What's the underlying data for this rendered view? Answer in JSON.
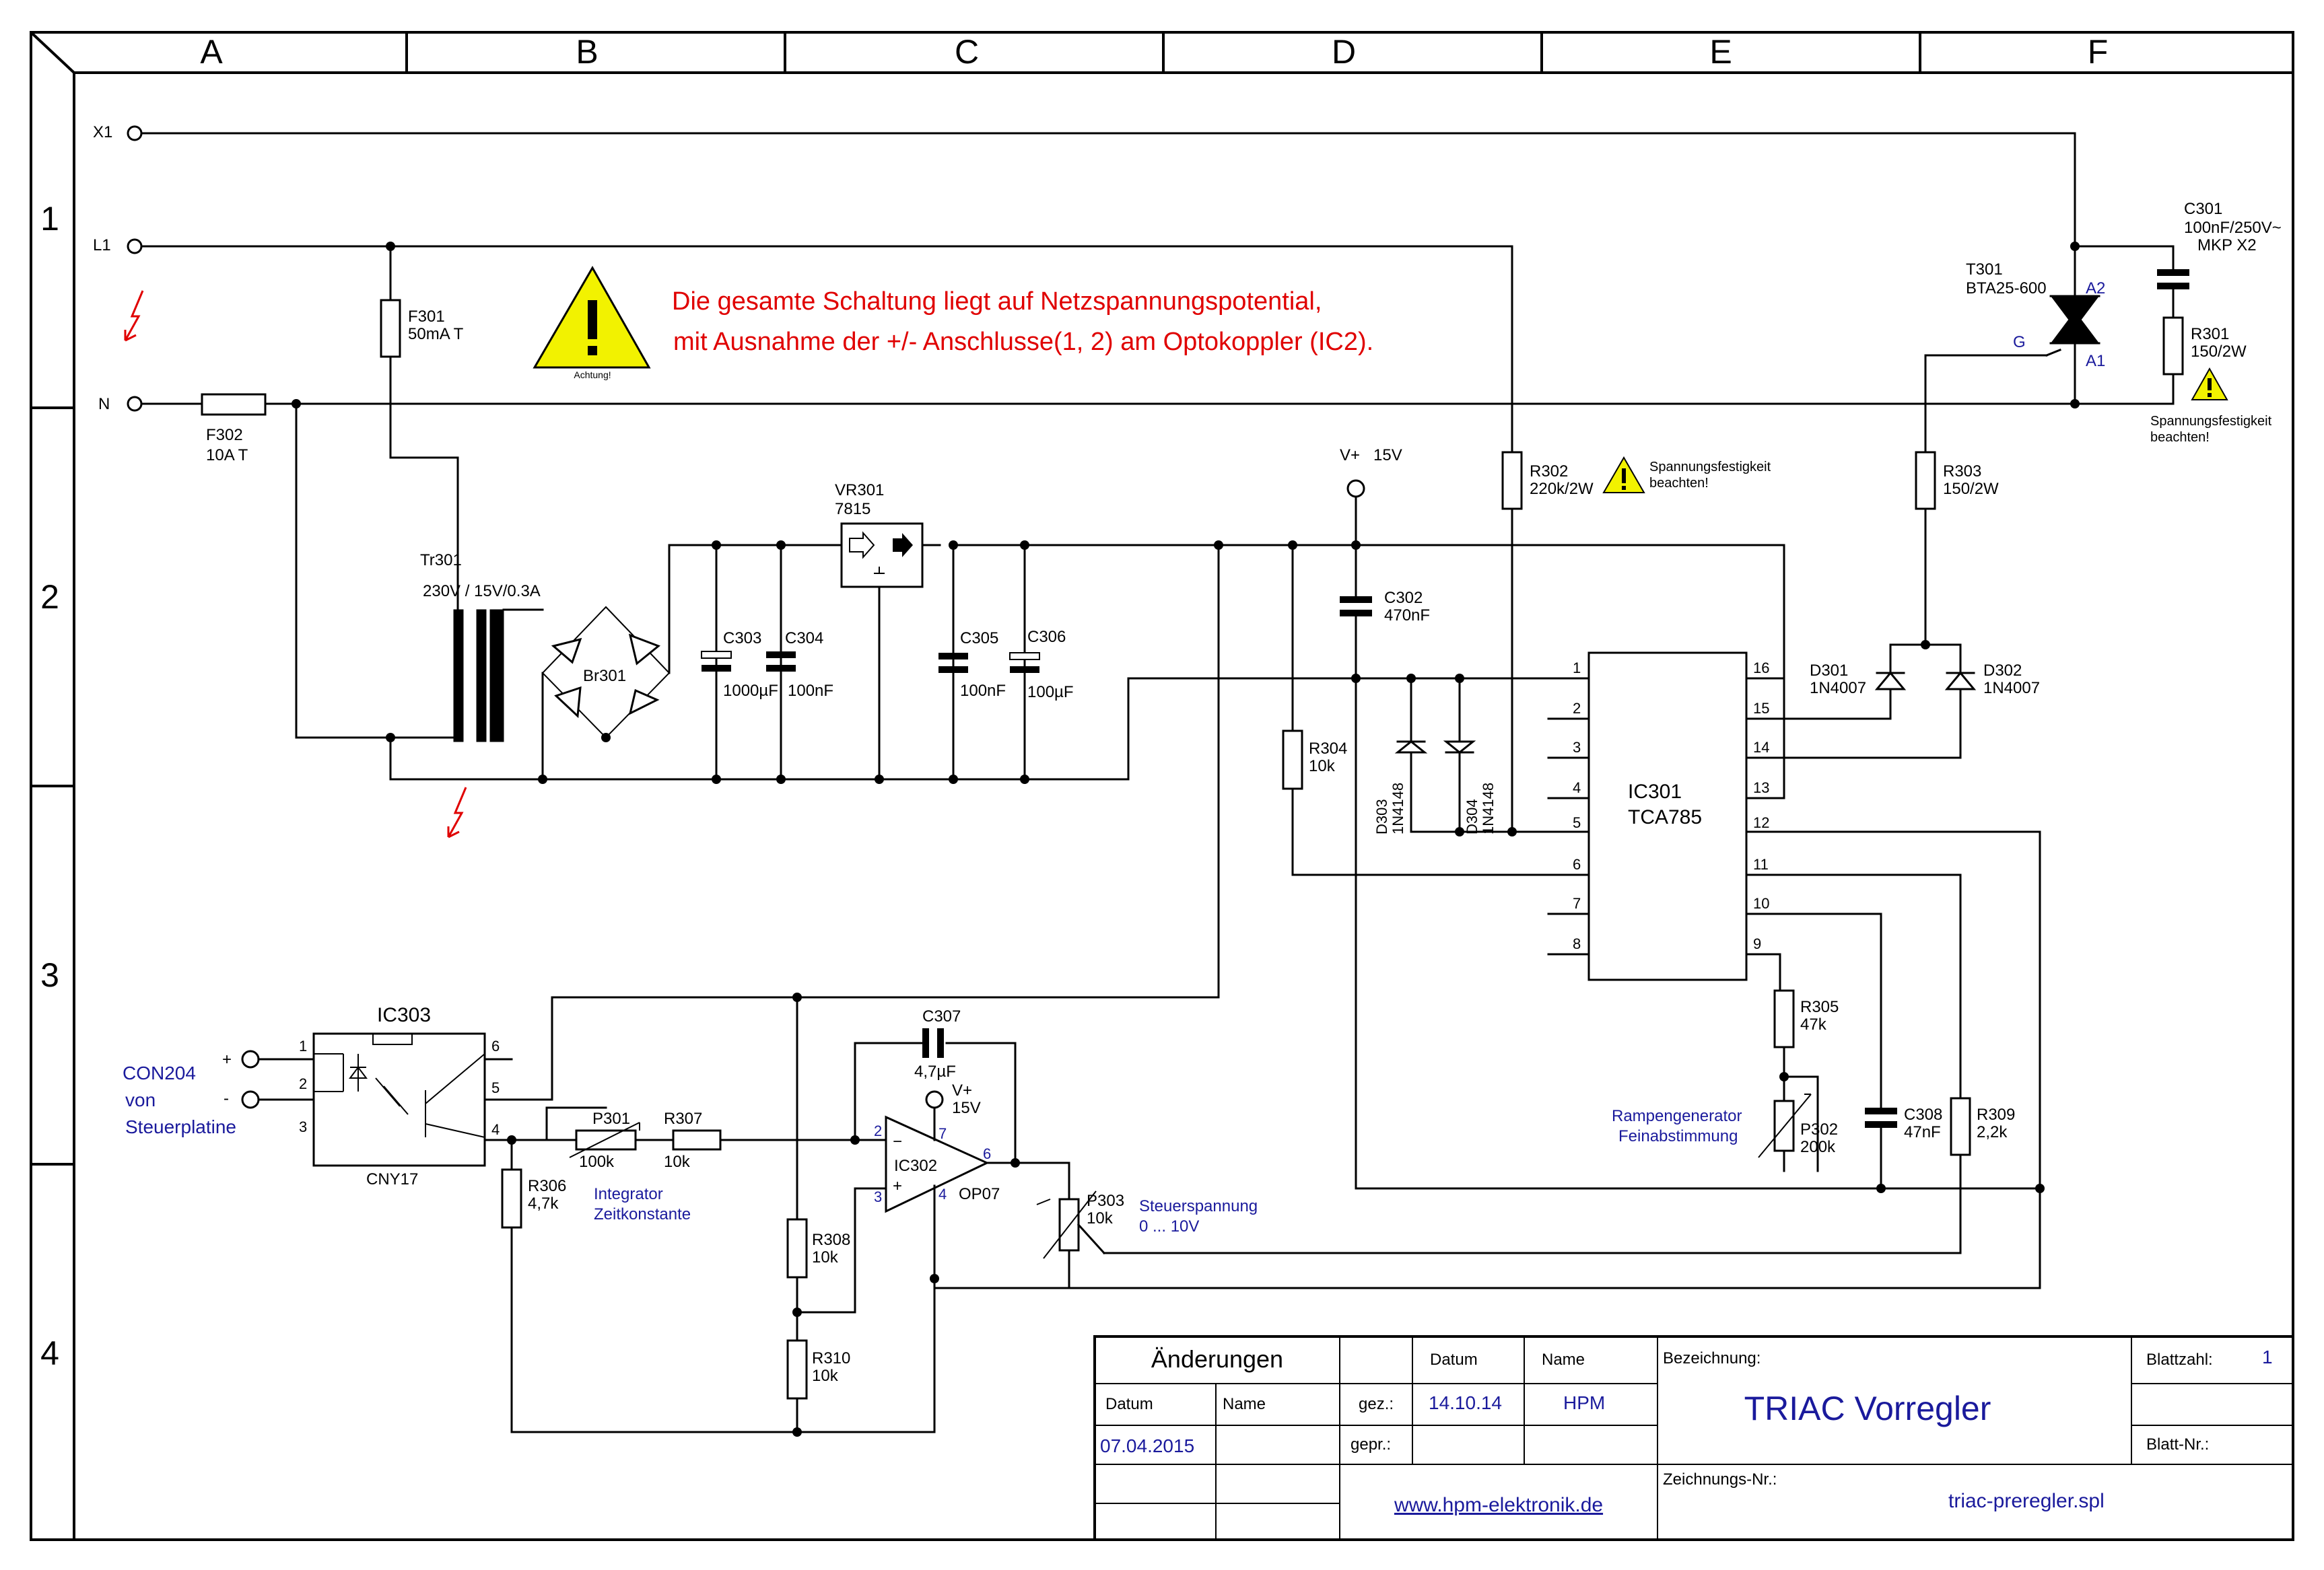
{
  "grid": {
    "columns": [
      "A",
      "B",
      "C",
      "D",
      "E",
      "F"
    ],
    "rows": [
      "1",
      "2",
      "3",
      "4"
    ]
  },
  "warning": {
    "line1": "Die gesamte Schaltung liegt auf Netzspannungspotential,",
    "line2": "mit Ausnahme der +/- Anschlusse(1, 2) am Optokoppler (IC2).",
    "sign_caption": "Achtung!",
    "small_warn_1": "Spannungsfestigkeit",
    "small_warn_2": "beachten!"
  },
  "terminals": {
    "x1": "X1",
    "l1": "L1",
    "n": "N"
  },
  "components": {
    "f301": {
      "ref": "F301",
      "value": "50mA T"
    },
    "f302": {
      "ref": "F302",
      "value": "10A T"
    },
    "tr301": {
      "ref": "Tr301",
      "value": "230V / 15V/0.3A"
    },
    "br301": {
      "ref": "Br301"
    },
    "vr301": {
      "ref": "VR301",
      "value": "7815"
    },
    "c303": {
      "ref": "C303",
      "value": "1000µF"
    },
    "c304": {
      "ref": "C304",
      "value": "100nF"
    },
    "c305": {
      "ref": "C305",
      "value": "100nF"
    },
    "c306": {
      "ref": "C306",
      "value": "100µF"
    },
    "c302": {
      "ref": "C302",
      "value": "470nF"
    },
    "vplus": {
      "ref": "V+",
      "value": "15V"
    },
    "r302": {
      "ref": "R302",
      "value": "220k/2W"
    },
    "r303": {
      "ref": "R303",
      "value": "150/2W"
    },
    "r304": {
      "ref": "R304",
      "value": "10k"
    },
    "d301": {
      "ref": "D301",
      "value": "1N4007"
    },
    "d302": {
      "ref": "D302",
      "value": "1N4007"
    },
    "d303": {
      "ref": "D303",
      "value": "1N4148"
    },
    "d304": {
      "ref": "D304",
      "value": "1N4148"
    },
    "ic301": {
      "ref": "IC301",
      "value": "TCA785"
    },
    "t301": {
      "ref": "T301",
      "value": "BTA25-600",
      "a2": "A2",
      "a1": "A1",
      "g": "G"
    },
    "c301": {
      "ref": "C301",
      "value": "100nF/250V~",
      "value2": "MKP X2"
    },
    "r301": {
      "ref": "R301",
      "value": "150/2W"
    },
    "r305": {
      "ref": "R305",
      "value": "47k"
    },
    "p302": {
      "ref": "P302",
      "value": "200k"
    },
    "c308": {
      "ref": "C308",
      "value": "47nF"
    },
    "r309": {
      "ref": "R309",
      "value": "2,2k"
    },
    "ramp_label_1": "Rampengenerator",
    "ramp_label_2": "Feinabstimmung",
    "ic303": {
      "ref": "IC303",
      "value": "CNY17"
    },
    "con204": {
      "line1": "CON204",
      "line2": "von",
      "line3": "Steuerplatine",
      "plus": "+",
      "minus": "-"
    },
    "r306": {
      "ref": "R306",
      "value": "4,7k"
    },
    "p301": {
      "ref": "P301",
      "value": "100k"
    },
    "r307": {
      "ref": "R307",
      "value": "10k"
    },
    "integrator_1": "Integrator",
    "integrator_2": "Zeitkonstante",
    "c307": {
      "ref": "C307",
      "value": "4,7µF"
    },
    "ic302": {
      "ref": "IC302",
      "value": "OP07"
    },
    "vplus2": {
      "ref": "V+",
      "value": "15V"
    },
    "r308": {
      "ref": "R308",
      "value": "10k"
    },
    "r310": {
      "ref": "R310",
      "value": "10k"
    },
    "p303": {
      "ref": "P303",
      "value": "10k"
    },
    "steuer_1": "Steuerspannung",
    "steuer_2": "0 ... 10V"
  },
  "ic301_pins": [
    "1",
    "2",
    "3",
    "4",
    "5",
    "6",
    "7",
    "8",
    "16",
    "15",
    "14",
    "13",
    "12",
    "11",
    "10",
    "9"
  ],
  "ic303_pins": [
    "1",
    "2",
    "3",
    "6",
    "5",
    "4"
  ],
  "ic302_pins": {
    "inv": "2",
    "noninv": "3",
    "vplus": "7",
    "out": "6",
    "vminus": "4",
    "minus_sign": "−",
    "plus_sign": "+"
  },
  "title_block": {
    "changes_header": "Änderungen",
    "col_date": "Datum",
    "col_name": "Name",
    "change_date": "07.04.2015",
    "date_header": "Datum",
    "name_header": "Name",
    "gez_label": "gez.:",
    "gez_date": "14.10.14",
    "gez_name": "HPM",
    "gepr_label": "gepr.:",
    "website": "www.hpm-elektronik.de",
    "designation_label": "Bezeichnung:",
    "designation": "TRIAC Vorregler",
    "drawing_no_label": "Zeichnungs-Nr.:",
    "drawing_no": "triac-preregler.spl",
    "sheets_label": "Blattzahl:",
    "sheets_value": "1",
    "sheet_no_label": "Blatt-Nr.:"
  }
}
